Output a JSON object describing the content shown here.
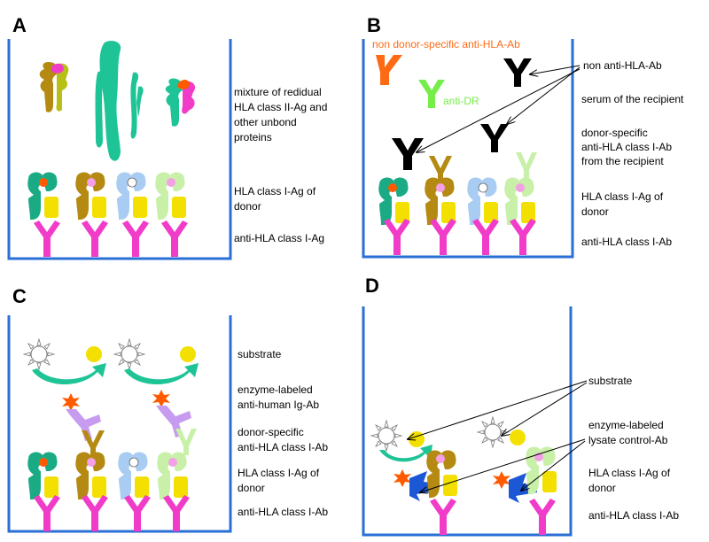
{
  "colors": {
    "wall": "#2a6fd6",
    "anchor_ab": "#f03cc8",
    "green": "#1bab84",
    "brown": "#b58a12",
    "blue": "#a9cdf2",
    "light_green": "#c8f0a8",
    "yellow": "#f3e000",
    "orange": "#ff5a00",
    "pink": "#f5a0e6",
    "purple": "#c69bf0",
    "dark_blue": "#1c57d6",
    "non_donor_ab": "#ff6a14",
    "anti_dr": "#76ee4a",
    "olive": "#b8bf16",
    "sea_green": "#1fc496"
  },
  "panels": {
    "a": {
      "letter": "A",
      "labels": {
        "mixture": [
          "mixture of redidual",
          "HLA class II-Ag and",
          "other unbond",
          "proteins"
        ],
        "hla_class1": [
          "HLA class I-Ag of",
          "donor"
        ],
        "anti_hla": [
          "anti-HLA class I-Ag"
        ]
      }
    },
    "b": {
      "letter": "B",
      "labels": {
        "non_donor_specific": "non donor-specific anti-HLA-Ab",
        "anti_dr": "anti-DR",
        "non_anti_hla": [
          "non anti-HLA-Ab"
        ],
        "serum": [
          "serum of the recipient"
        ],
        "donor_specific": [
          "donor-specific",
          "anti-HLA class I-Ab",
          "from the recipient"
        ],
        "hla_class1": [
          "HLA class I-Ag of",
          "donor"
        ],
        "anti_hla": [
          "anti-HLA class I-Ab"
        ]
      }
    },
    "c": {
      "letter": "C",
      "labels": {
        "substrate": [
          "substrate"
        ],
        "enzyme_labeled": [
          "enzyme-labeled",
          "anti-human Ig-Ab"
        ],
        "donor_specific": [
          "donor-specific",
          "anti-HLA class I-Ab"
        ],
        "hla_class1": [
          "HLA class I-Ag of",
          "donor"
        ],
        "anti_hla": [
          "anti-HLA class I-Ab"
        ]
      }
    },
    "d": {
      "letter": "D",
      "labels": {
        "substrate": [
          "substrate"
        ],
        "enzyme_labeled": [
          "enzyme-labeled",
          "lysate control-Ab"
        ],
        "hla_class1": [
          "HLA class I-Ag of",
          "donor"
        ],
        "anti_hla": [
          "anti-HLA class I-Ab"
        ]
      }
    }
  }
}
